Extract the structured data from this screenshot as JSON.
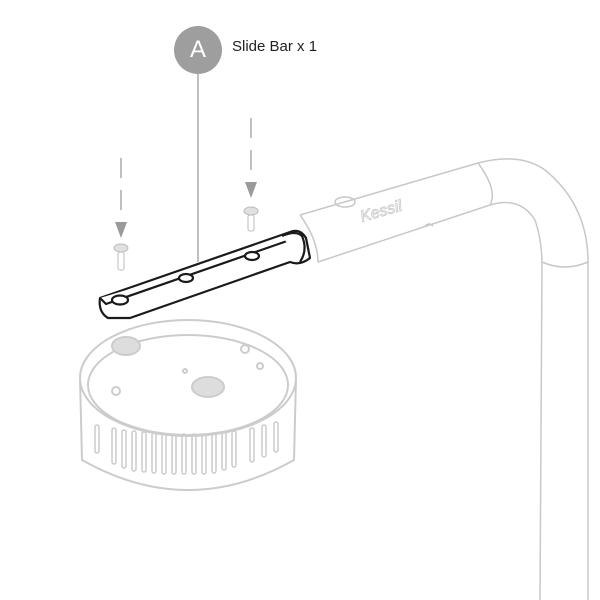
{
  "callout": {
    "letter": "A",
    "label": "Slide Bar x 1",
    "badge_color": "#9e9e9e"
  },
  "parts": {
    "slide_bar": "slide-bar",
    "screws": 2,
    "brand_mark": "Kessil"
  },
  "colors": {
    "highlight_line": "#1a1a1a",
    "context_line": "#c8c8c8",
    "arrow": "#9a9a9a"
  }
}
